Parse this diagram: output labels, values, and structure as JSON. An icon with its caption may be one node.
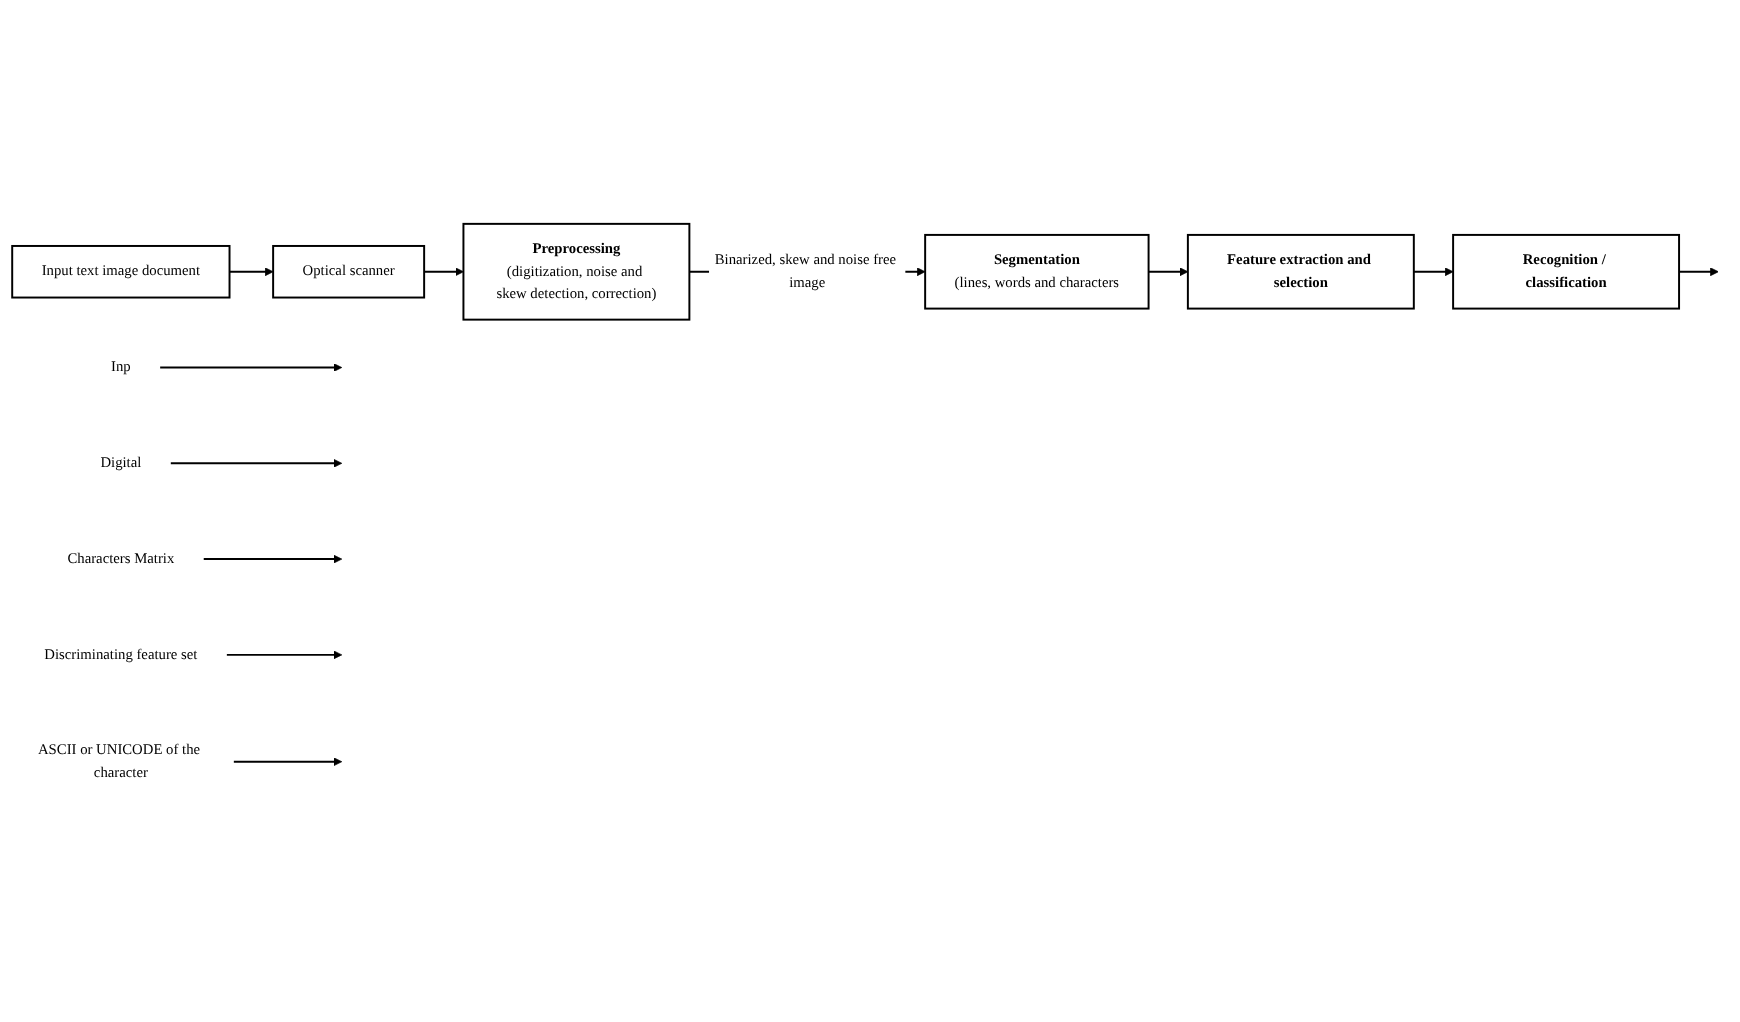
{
  "diagram": {
    "nodes": [
      {
        "text": [
          "Input text image document"
        ]
      },
      {
        "text": [
          "Inp"
        ]
      },
      {
        "text": [
          "Optical scanner"
        ]
      },
      {
        "text": [
          "Digital"
        ]
      },
      {
        "text": [
          "Preprocessing",
          "(digitization, noise and skew detection, correction)"
        ]
      },
      {
        "text": [
          "Segmentation",
          "(lines, words and characters"
        ]
      },
      {
        "text": [
          "Characters Matrix"
        ]
      },
      {
        "text": [
          "Feature extraction and selection"
        ]
      },
      {
        "text": [
          "Discriminating feature set"
        ]
      },
      {
        "text": [
          "Recognition / classification"
        ]
      },
      {
        "text": [
          "ASCII or UNICODE of the character"
        ]
      }
    ],
    "edges": [
      {
        "from": 0,
        "to": 2,
        "arrow": "to"
      },
      {
        "from": 1,
        "to": null,
        "arrow": "to"
      },
      {
        "from": 2,
        "to": 4,
        "arrow": "to"
      },
      {
        "from": 3,
        "to": null,
        "arrow": "to"
      },
      {
        "from": 4,
        "to": 5,
        "arrow": "to",
        "label": "Binarized, skew and noise free image"
      },
      {
        "from": 5,
        "to": 7,
        "arrow": "to"
      },
      {
        "from": 6,
        "to": null,
        "arrow": "to"
      },
      {
        "from": 7,
        "to": 9,
        "arrow": "to"
      },
      {
        "from": 8,
        "to": null,
        "arrow": "to"
      },
      {
        "from": 9,
        "to": null,
        "arrow": "to"
      },
      {
        "from": 10,
        "to": null,
        "arrow": "to"
      }
    ]
  }
}
